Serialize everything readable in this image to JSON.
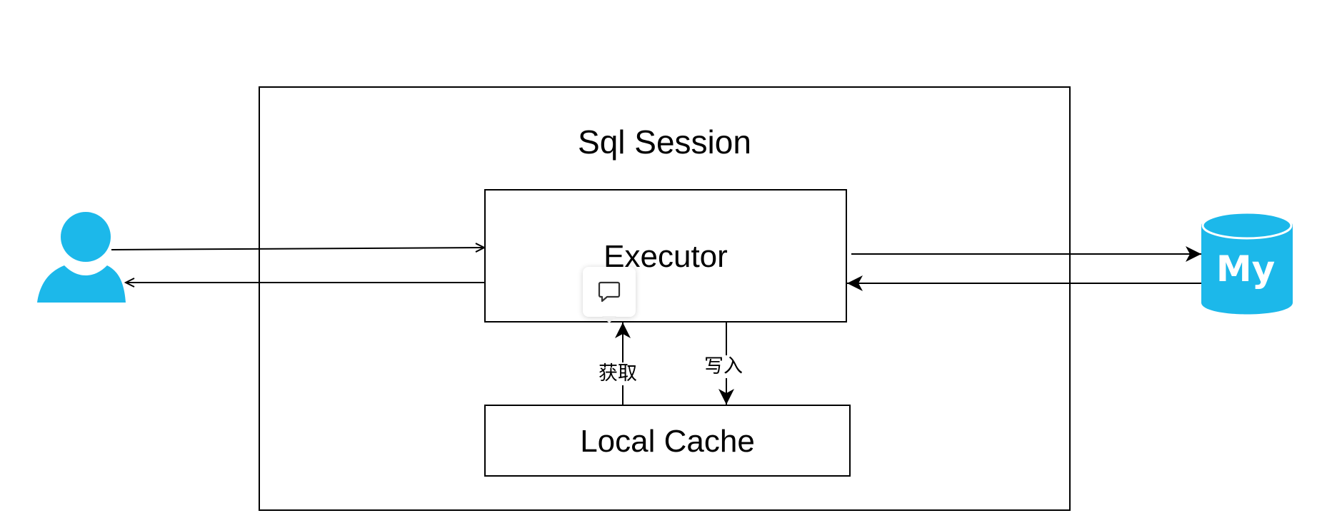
{
  "diagram": {
    "session": {
      "title": "Sql Session"
    },
    "executor": {
      "label": "Executor"
    },
    "local_cache": {
      "label": "Local Cache"
    },
    "edges": {
      "fetch_label": "获取",
      "write_label": "写入"
    },
    "database": {
      "logo_text": "My"
    },
    "icons": {
      "user": "user-icon",
      "database": "mysql-database-icon",
      "comment": "comment-icon"
    },
    "colors": {
      "icon_blue": "#1CB8EA",
      "stroke": "#000000"
    }
  }
}
